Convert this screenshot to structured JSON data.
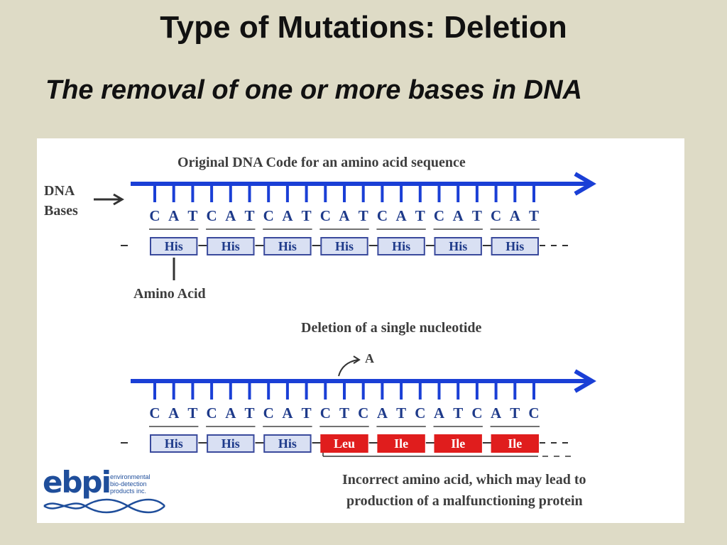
{
  "slide": {
    "title": "Type of Mutations:  Deletion",
    "subtitle": "The removal of one or more bases in DNA"
  },
  "diagram": {
    "top_heading": "Original DNA Code for an amino acid sequence",
    "dna_bases_label_line1": "DNA",
    "dna_bases_label_line2": "Bases",
    "amino_acid_label": "Amino Acid",
    "original_bases": [
      "C",
      "A",
      "T",
      "C",
      "A",
      "T",
      "C",
      "A",
      "T",
      "C",
      "A",
      "T",
      "C",
      "A",
      "T",
      "C",
      "A",
      "T",
      "C",
      "A",
      "T"
    ],
    "original_codons": [
      "His",
      "His",
      "His",
      "His",
      "His",
      "His",
      "His"
    ],
    "deletion_heading": "Deletion of a single nucleotide",
    "deleted_base": "A",
    "mutated_bases": [
      "C",
      "A",
      "T",
      "C",
      "A",
      "T",
      "C",
      "A",
      "T",
      "C",
      "T",
      "C",
      "A",
      "T",
      "C",
      "A",
      "T",
      "C",
      "A",
      "T",
      "C"
    ],
    "mutated_codons": [
      {
        "label": "His",
        "correct": true
      },
      {
        "label": "His",
        "correct": true
      },
      {
        "label": "His",
        "correct": true
      },
      {
        "label": "Leu",
        "correct": false
      },
      {
        "label": "Ile",
        "correct": false
      },
      {
        "label": "Ile",
        "correct": false
      },
      {
        "label": "Ile",
        "correct": false
      }
    ],
    "note_line1": "Incorrect amino acid, which may lead to",
    "note_line2": "production of a malfunctioning protein",
    "colors": {
      "backbone": "#1a3fd6",
      "codon_border": "#3a4a9c",
      "codon_fill": "#d9e0f3",
      "codon_text": "#1e3a8a",
      "incorrect_fill": "#e01d1d",
      "label_text": "#3d3d3d"
    }
  },
  "logo": {
    "mark": "ebpi",
    "tagline": [
      "environmental",
      "bio-detection",
      "products inc."
    ]
  }
}
